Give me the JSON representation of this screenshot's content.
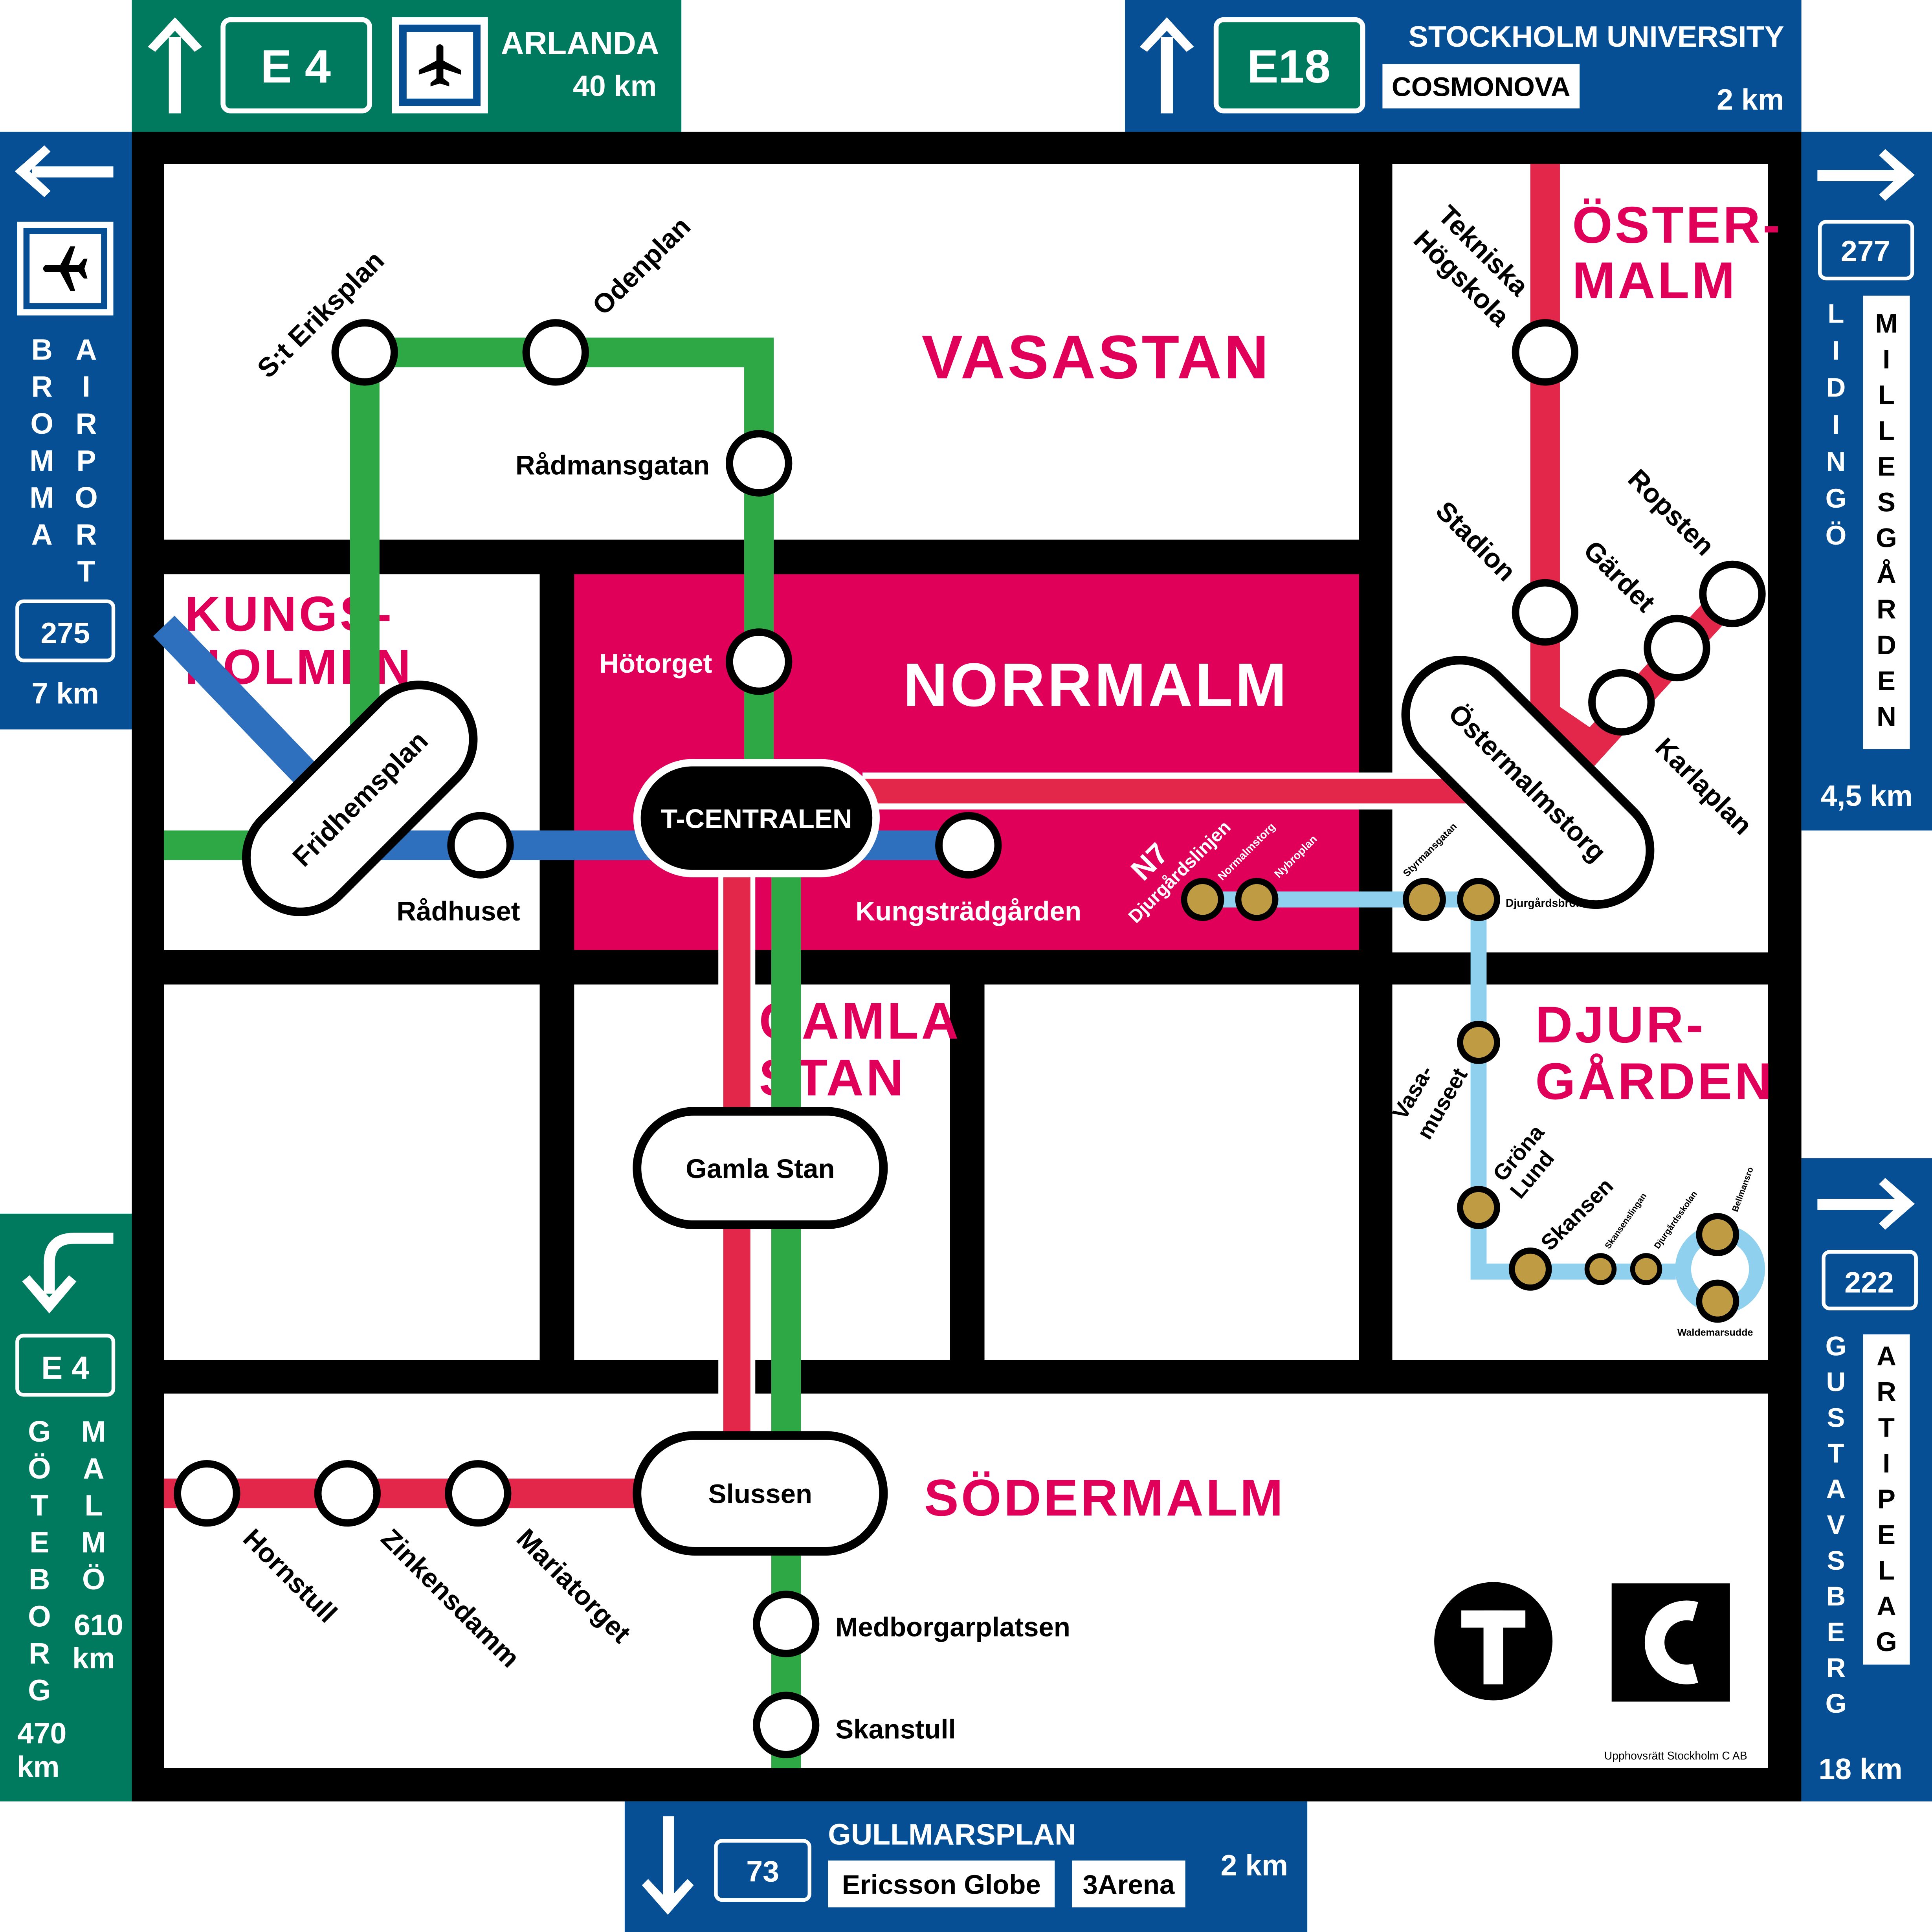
{
  "colors": {
    "green_sign": "#007a5e",
    "blue_sign": "#064f95",
    "district_pink": "#e0005a",
    "red_line": "#e3274a",
    "green_line": "#2ea844",
    "blue_line": "#2e6fbe",
    "tram_line": "#8ed0ee",
    "tram_stop": "#bf9b44"
  },
  "signs": {
    "top_left": {
      "route": "E 4",
      "destination": "ARLANDA",
      "distance": "40 km",
      "arrow": "arrow-up-icon",
      "icon": "airplane-icon"
    },
    "top_right": {
      "route": "E18",
      "destination": "STOCKHOLM UNIVERSITY",
      "sub_destination": "COSMONOVA",
      "distance": "2 km",
      "arrow": "arrow-up-icon"
    },
    "left_upper": {
      "route": "275",
      "destination_chars": [
        "B",
        "R",
        "O",
        "M",
        "M",
        "A"
      ],
      "destination2_chars": [
        "A",
        "I",
        "R",
        "P",
        "O",
        "R",
        "T"
      ],
      "distance": "7 km",
      "arrow": "arrow-left-icon",
      "icon": "airplane-icon"
    },
    "left_lower": {
      "route": "E 4",
      "destination_chars": [
        "G",
        "Ö",
        "T",
        "E",
        "B",
        "O",
        "R",
        "G"
      ],
      "distance": "470",
      "distance_unit": "km",
      "destination2_chars": [
        "M",
        "A",
        "L",
        "M",
        "Ö"
      ],
      "distance2": "610",
      "distance2_unit": "km",
      "arrow": "arrow-turn-down-icon"
    },
    "right_upper": {
      "route": "277",
      "destination_chars": [
        "L",
        "I",
        "D",
        "I",
        "N",
        "G",
        "Ö"
      ],
      "box_chars": [
        "M",
        "I",
        "L",
        "L",
        "E",
        "S",
        "G",
        "Å",
        "R",
        "D",
        "E",
        "N"
      ],
      "distance": "4,5 km",
      "arrow": "arrow-right-icon"
    },
    "right_lower": {
      "route": "222",
      "destination_chars": [
        "G",
        "U",
        "S",
        "T",
        "A",
        "V",
        "S",
        "B",
        "E",
        "R",
        "G"
      ],
      "box_chars": [
        "A",
        "R",
        "T",
        "I",
        "P",
        "E",
        "L",
        "A",
        "G"
      ],
      "distance": "18 km",
      "arrow": "arrow-right-icon"
    },
    "bottom": {
      "route": "73",
      "destination": "GULLMARSPLAN",
      "box1": "Ericsson Globe",
      "box2": "3Arena",
      "distance": "2 km",
      "arrow": "arrow-down-icon"
    }
  },
  "districts": {
    "vasastan": "VASASTAN",
    "kungsholmen1": "KUNGS-",
    "kungsholmen2": "HOLMEN",
    "norrmalm": "NORRMALM",
    "ostermalm1": "ÖSTER-",
    "ostermalm2": "MALM",
    "gamla_stan1": "GAMLA",
    "gamla_stan2": "STAN",
    "djurgarden1": "DJUR-",
    "djurgarden2": "GÅRDEN",
    "sodermalm": "SÖDERMALM"
  },
  "hubs": {
    "t_centralen": "T-CENTRALEN",
    "fridhemsplan": "Fridhemsplan",
    "ostermalmstorg": "Östermalmstorg",
    "gamla_stan": "Gamla Stan",
    "slussen": "Slussen"
  },
  "stations": {
    "st_eriksplan": "S:t Eriksplan",
    "odenplan": "Odenplan",
    "radmansgatan": "Rådmansgatan",
    "hotorget": "Hötorget",
    "radhuset": "Rådhuset",
    "kungstradgarden": "Kungsträdgården",
    "tekniska1": "Tekniska",
    "tekniska2": "Högskola",
    "stadion": "Stadion",
    "ropsten": "Ropsten",
    "gardet": "Gärdet",
    "karlaplan": "Karlaplan",
    "hornstull": "Hornstull",
    "zinkensdamm": "Zinkensdamm",
    "mariatorget": "Mariatorget",
    "medborgarplatsen": "Medborgarplatsen",
    "skanstull": "Skanstull"
  },
  "tram": {
    "line_id": "N7",
    "line_name": "Djurgårdslinjen",
    "normalmstorg": "Normalmstorg",
    "nybroplan": "Nybroplan",
    "styrmansgatan": "Styrmansgatan",
    "djurgardsbron": "Djurgårdsbron",
    "vasamuseet1": "Vasa-",
    "vasamuseet2": "museet",
    "grona_lund1": "Gröna",
    "grona_lund2": "Lund",
    "skansen": "Skansen",
    "skansenslingan": "Skansenslingan",
    "djurgardsskolan": "Djurgårdsskolan",
    "bellmansro": "Bellmansro",
    "waldemarsudde": "Waldemarsudde"
  },
  "logos": {
    "metro": "T",
    "brand": "C",
    "metro_icon": "metro-t-logo-icon",
    "brand_icon": "stockholm-c-logo-icon"
  },
  "copyright": "Upphovsrätt Stockholm C AB"
}
